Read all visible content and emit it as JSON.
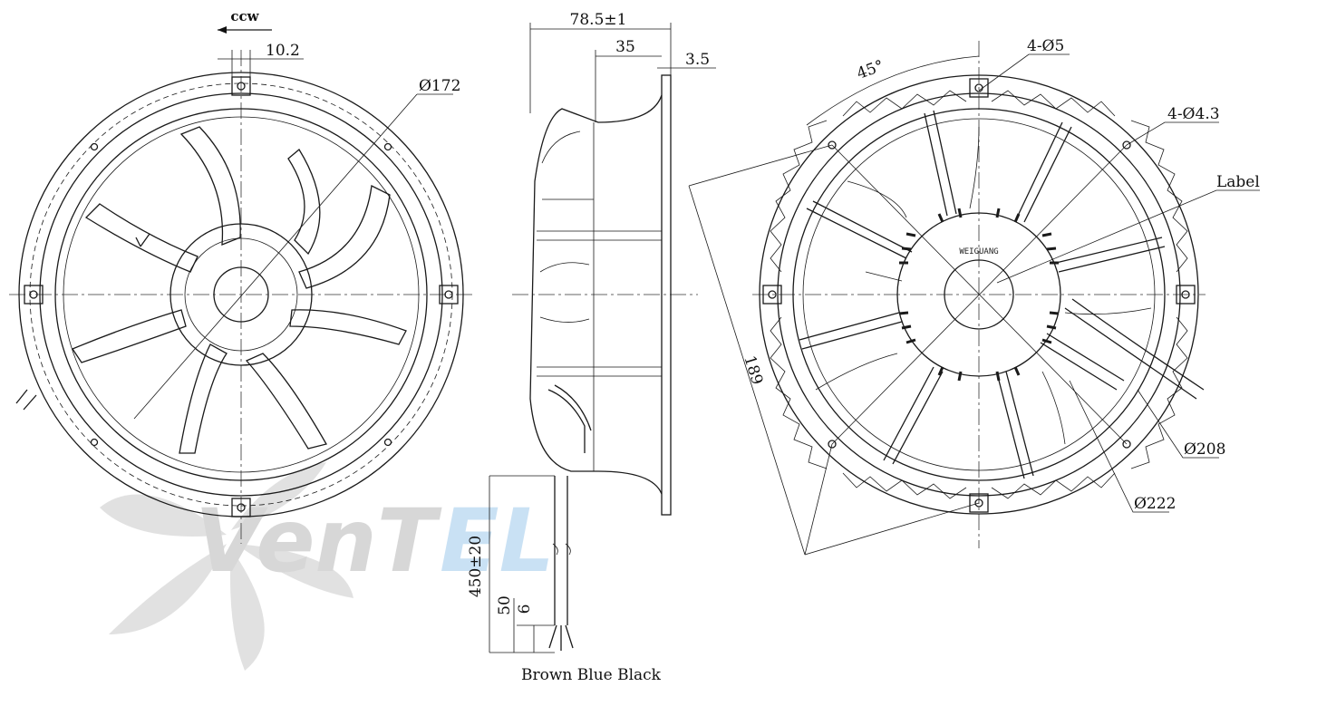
{
  "watermark": {
    "text_main": "VenT",
    "text_accent": "EL",
    "main_color": "#b8b8b8",
    "accent_color": "#9ec9ec"
  },
  "front_view": {
    "rotation_label": "ccw",
    "slot_width": "10.2",
    "impeller_diameter": "Ø172"
  },
  "side_view": {
    "overall_depth": "78.5±1",
    "flange_to_hub": "35",
    "flange_thickness": "3.5",
    "cable_length": "450±20",
    "strip_length": "50",
    "wire_end": "6",
    "wire_colors": "Brown Blue Black"
  },
  "rear_view": {
    "angle": "45°",
    "hole_outer": "4-Ø5",
    "hole_inner": "4-Ø4.3",
    "label_callout": "Label",
    "hole_spacing": "189",
    "diameter_mid": "Ø208",
    "diameter_outer": "Ø222"
  }
}
